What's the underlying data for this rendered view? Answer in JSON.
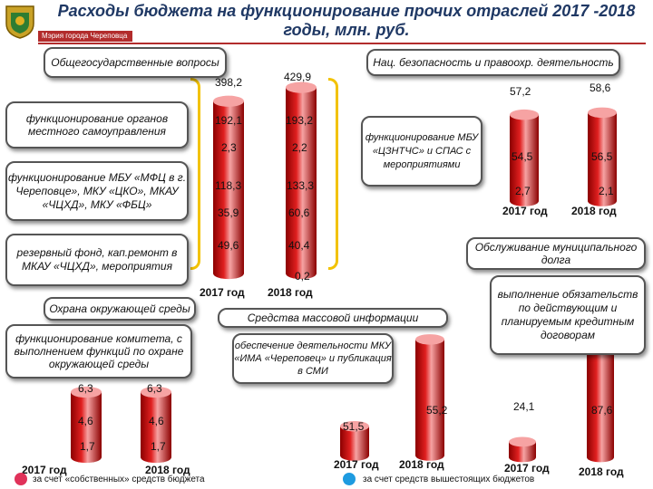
{
  "title": "Расходы бюджета на функционирование прочих отраслей 2017 -2018 годы, млн. руб.",
  "logo_caption": "Мэрия города Череповца",
  "colors": {
    "bar_light": "#f6a3a3",
    "bar_mid": "#e02020",
    "bar_dark": "#8b0000",
    "bracket": "#f2c200",
    "own_funds": "#e0325a",
    "higher_budgets": "#1e9be0"
  },
  "labels": {
    "general": "Общегосударственные вопросы",
    "local_gov": "функционирование органов местного самоуправления",
    "mfc": "функционирование МБУ «МФЦ в г. Череповце», МКУ «ЦКО», МКАУ «ЧЦХД», МКУ «ФБЦ»",
    "reserve": "резервный фонд, кап.ремонт в МКАУ «ЧЦХД», мероприятия",
    "env": "Охрана окружающей среды",
    "env_committee": "функционирование комитета, с выполнением функций по охране окружающей среды",
    "security": "Нац. безопасность и правоохр. деятельность",
    "cznts": "функционирование МБУ «ЦЗНТЧС» и СПАС с мероприятиями",
    "media": "Средства массовой информации",
    "ima": "обеспечение деятельности МКУ «ИМА «Череповец» и публикация в СМИ",
    "debt": "Обслуживание муниципального долга",
    "debt_obligations": "выполнение обязательств по действующим и планируемым кредитным договорам"
  },
  "legend": {
    "own": "за счет «собственных» средств бюджета",
    "higher": "за счет средств вышестоящих бюджетов"
  },
  "chart_data": {
    "type": "bar",
    "title": "Расходы бюджета на функционирование прочих отраслей 2017 -2018 годы, млн. руб.",
    "categories": [
      "2017 год",
      "2018 год"
    ],
    "groups": [
      {
        "name": "Общегосударственные вопросы",
        "totals": [
          "398,2",
          "429,9"
        ],
        "segments": [
          {
            "name": "функционирование органов местного самоуправления",
            "values": [
              "192,1",
              "193,2"
            ],
            "higher": [
              "2,3",
              "2,2"
            ]
          },
          {
            "name": "функционирование МБУ «МФЦ в г. Череповце», МКУ «ЦКО», МКАУ «ЧЦХД», МКУ «ФБЦ»",
            "values": [
              "118,3",
              "133,3"
            ],
            "higher": [
              "35,9",
              "60,6"
            ]
          },
          {
            "name": "резервный фонд, кап.ремонт в МКАУ «ЧЦХД», мероприятия",
            "values": [
              "49,6",
              "40,4"
            ],
            "higher": [
              "",
              "0,2"
            ]
          }
        ]
      },
      {
        "name": "Охрана окружающей среды",
        "values": [
          "6,3",
          "6,3"
        ],
        "own": [
          "4,6",
          "4,6"
        ],
        "higher": [
          "1,7",
          "1,7"
        ]
      },
      {
        "name": "Нац. безопасность и правоохр. деятельность",
        "values": [
          "57,2",
          "58,6"
        ],
        "own": [
          "54,5",
          "56,5"
        ],
        "higher": [
          "2,7",
          "2,1"
        ]
      },
      {
        "name": "Средства массовой информации",
        "values": [
          "51,5",
          "55,2"
        ]
      },
      {
        "name": "Обслуживание муниципального долга",
        "values": [
          "24,1",
          "87,6"
        ]
      }
    ],
    "numeric": {
      "general": [
        398.2,
        429.9
      ],
      "env": [
        6.3,
        6.3
      ],
      "security": [
        57.2,
        58.6
      ],
      "media": [
        51.5,
        55.2
      ],
      "debt": [
        24.1,
        87.6
      ]
    }
  }
}
